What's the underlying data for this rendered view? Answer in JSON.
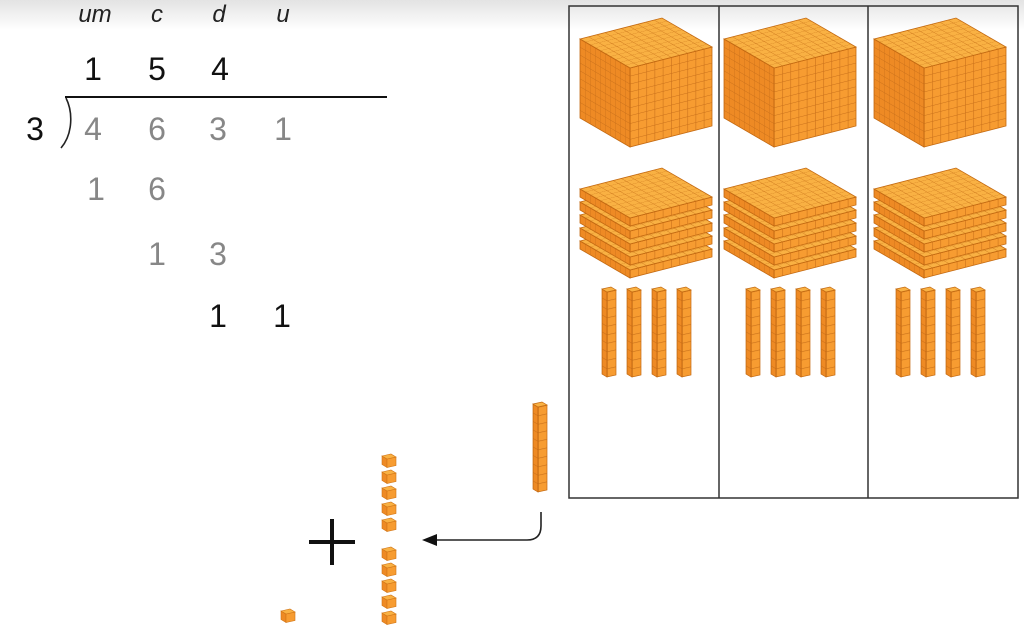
{
  "division": {
    "place_value_headers": {
      "thousands": "um",
      "hundreds": "c",
      "tens": "d",
      "units": "u"
    },
    "quotient": [
      "1",
      "5",
      "4"
    ],
    "divisor": "3",
    "dividend": [
      "4",
      "6",
      "3",
      "1"
    ],
    "steps": [
      {
        "digits": [
          "1",
          "6"
        ]
      },
      {
        "digits": [
          "1",
          "3"
        ]
      },
      {
        "digits": [
          "1",
          "1"
        ]
      }
    ]
  },
  "manipulatives": {
    "groups": [
      {
        "thousand_cubes": 1,
        "hundred_flats": 5,
        "ten_rods": 4
      },
      {
        "thousand_cubes": 1,
        "hundred_flats": 5,
        "ten_rods": 4
      },
      {
        "thousand_cubes": 1,
        "hundred_flats": 5,
        "ten_rods": 4
      }
    ],
    "regrouping": {
      "moving_ten_rods": 1,
      "arrow_icon": "curved-arrow-left",
      "operator": "+",
      "unit_cubes_from_rod": 10,
      "extra_unit_cubes": 1
    }
  },
  "colors": {
    "block_top": "#f9b143",
    "block_left": "#ee8a24",
    "block_right": "#f79c31",
    "grid_line": "#c9701a",
    "result_text": "#111111",
    "working_text": "#878787",
    "frame": "#333333"
  }
}
